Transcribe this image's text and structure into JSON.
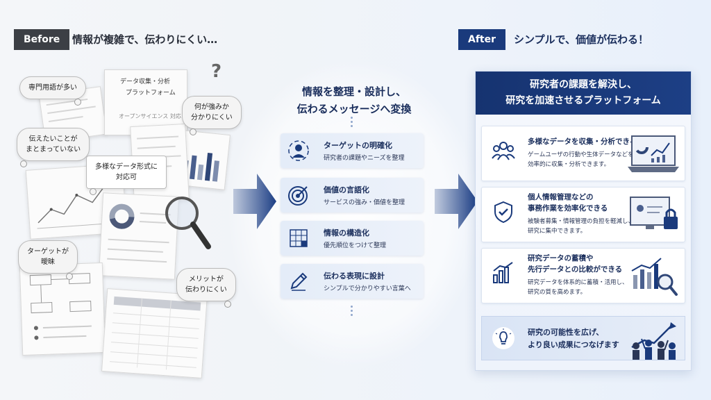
{
  "before": {
    "tag": "Before",
    "headline": "情報が複雑で、伝わりにくい…",
    "papers": {
      "main_title_1": "データ収集・分析",
      "main_title_2": "プラットフォーム",
      "open_science": "オープンサイエンス 対応"
    },
    "bubbles": [
      {
        "text": "専門用語が多い"
      },
      {
        "text": "何が強みか\n分かりにくい"
      },
      {
        "text": "伝えたいことが\nまとまっていない"
      },
      {
        "text": "多様なデータ形式に\n対応可"
      },
      {
        "text": "ターゲットが\n曖昧"
      },
      {
        "text": "メリットが\n伝わりにくい"
      }
    ],
    "question_mark": "?"
  },
  "center": {
    "title_1": "情報を整理・設計し、",
    "title_2": "伝わるメッセージへ変換",
    "steps": [
      {
        "title": "ターゲットの明確化",
        "sub": "研究者の課題やニーズを整理",
        "icon": "target-user-icon"
      },
      {
        "title": "価値の言語化",
        "sub": "サービスの強み・価値を整理",
        "icon": "bullseye-icon"
      },
      {
        "title": "情報の構造化",
        "sub": "優先順位をつけて整理",
        "icon": "grid-structure-icon"
      },
      {
        "title": "伝わる表現に設計",
        "sub": "シンプルで分かりやすい言葉へ",
        "icon": "pen-icon"
      }
    ]
  },
  "after": {
    "tag": "After",
    "headline": "シンプルで、価値が伝わる！",
    "panel_title_1": "研究者の課題を解決し、",
    "panel_title_2": "研究を加速させるプラットフォーム",
    "cards": [
      {
        "title_1": "多様なデータを収集・分析できる",
        "title_2": "",
        "body_1": "ゲームユーザの行動や生体データなどを",
        "body_2": "効率的に収集・分析できます。",
        "icon": "people-icon"
      },
      {
        "title_1": "個人情報管理などの",
        "title_2": "事務作業を効率化できる",
        "body_1": "被験者募集・情報管理の負担を軽減し、",
        "body_2": "研究に集中できます。",
        "icon": "shield-check-icon"
      },
      {
        "title_1": "研究データの蓄積や",
        "title_2": "先行データとの比較ができる",
        "body_1": "研究データを体系的に蓄積・活用し、",
        "body_2": "研究の質を高めます。",
        "icon": "bar-chart-icon"
      }
    ],
    "final_1": "研究の可能性を広げ、",
    "final_2": "より良い成果につなげます",
    "final_icon": "lightbulb-icon"
  },
  "colors": {
    "navy": "#1a3a7c",
    "dark_tag": "#3c3f45",
    "light_blue": "#e4ecf8"
  }
}
